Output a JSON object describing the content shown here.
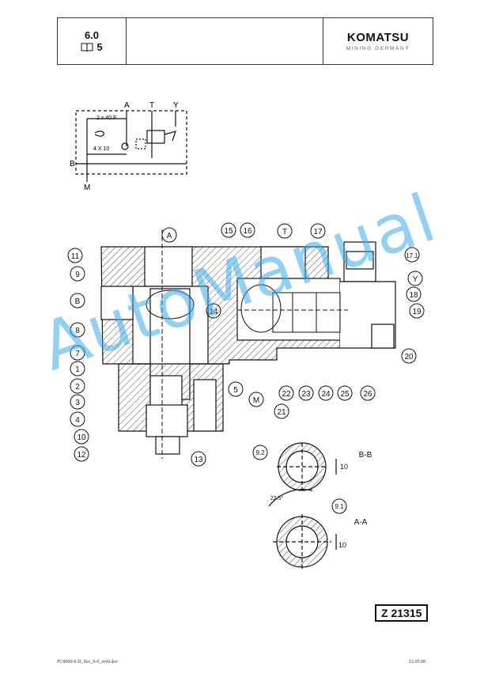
{
  "header": {
    "section": "6.0",
    "page": "5",
    "brand": "KOMATSU",
    "brand_sub": "MINING GERMANY"
  },
  "schematic_labels": [
    "A",
    "T",
    "Y",
    "B",
    "M",
    "2 x 40 F",
    "4 X 10"
  ],
  "callouts": [
    "A",
    "15",
    "16",
    "T",
    "17",
    "11",
    "17.1",
    "9",
    "Y",
    "B",
    "18",
    "19",
    "14",
    "8",
    "20",
    "7",
    "1",
    "2",
    "5",
    "M",
    "3",
    "21",
    "22",
    "23",
    "24",
    "25",
    "26",
    "4",
    "10",
    "12",
    "13",
    "9.2",
    "B-B",
    "10",
    "9.1",
    "A-A",
    "10",
    "22.5°"
  ],
  "drawing_ref": "Z 21315",
  "footer": {
    "file": "PC8000-6-D_Sec_6-0_rev0.doc",
    "date": "12.05.08"
  },
  "watermark": "AutoManual"
}
